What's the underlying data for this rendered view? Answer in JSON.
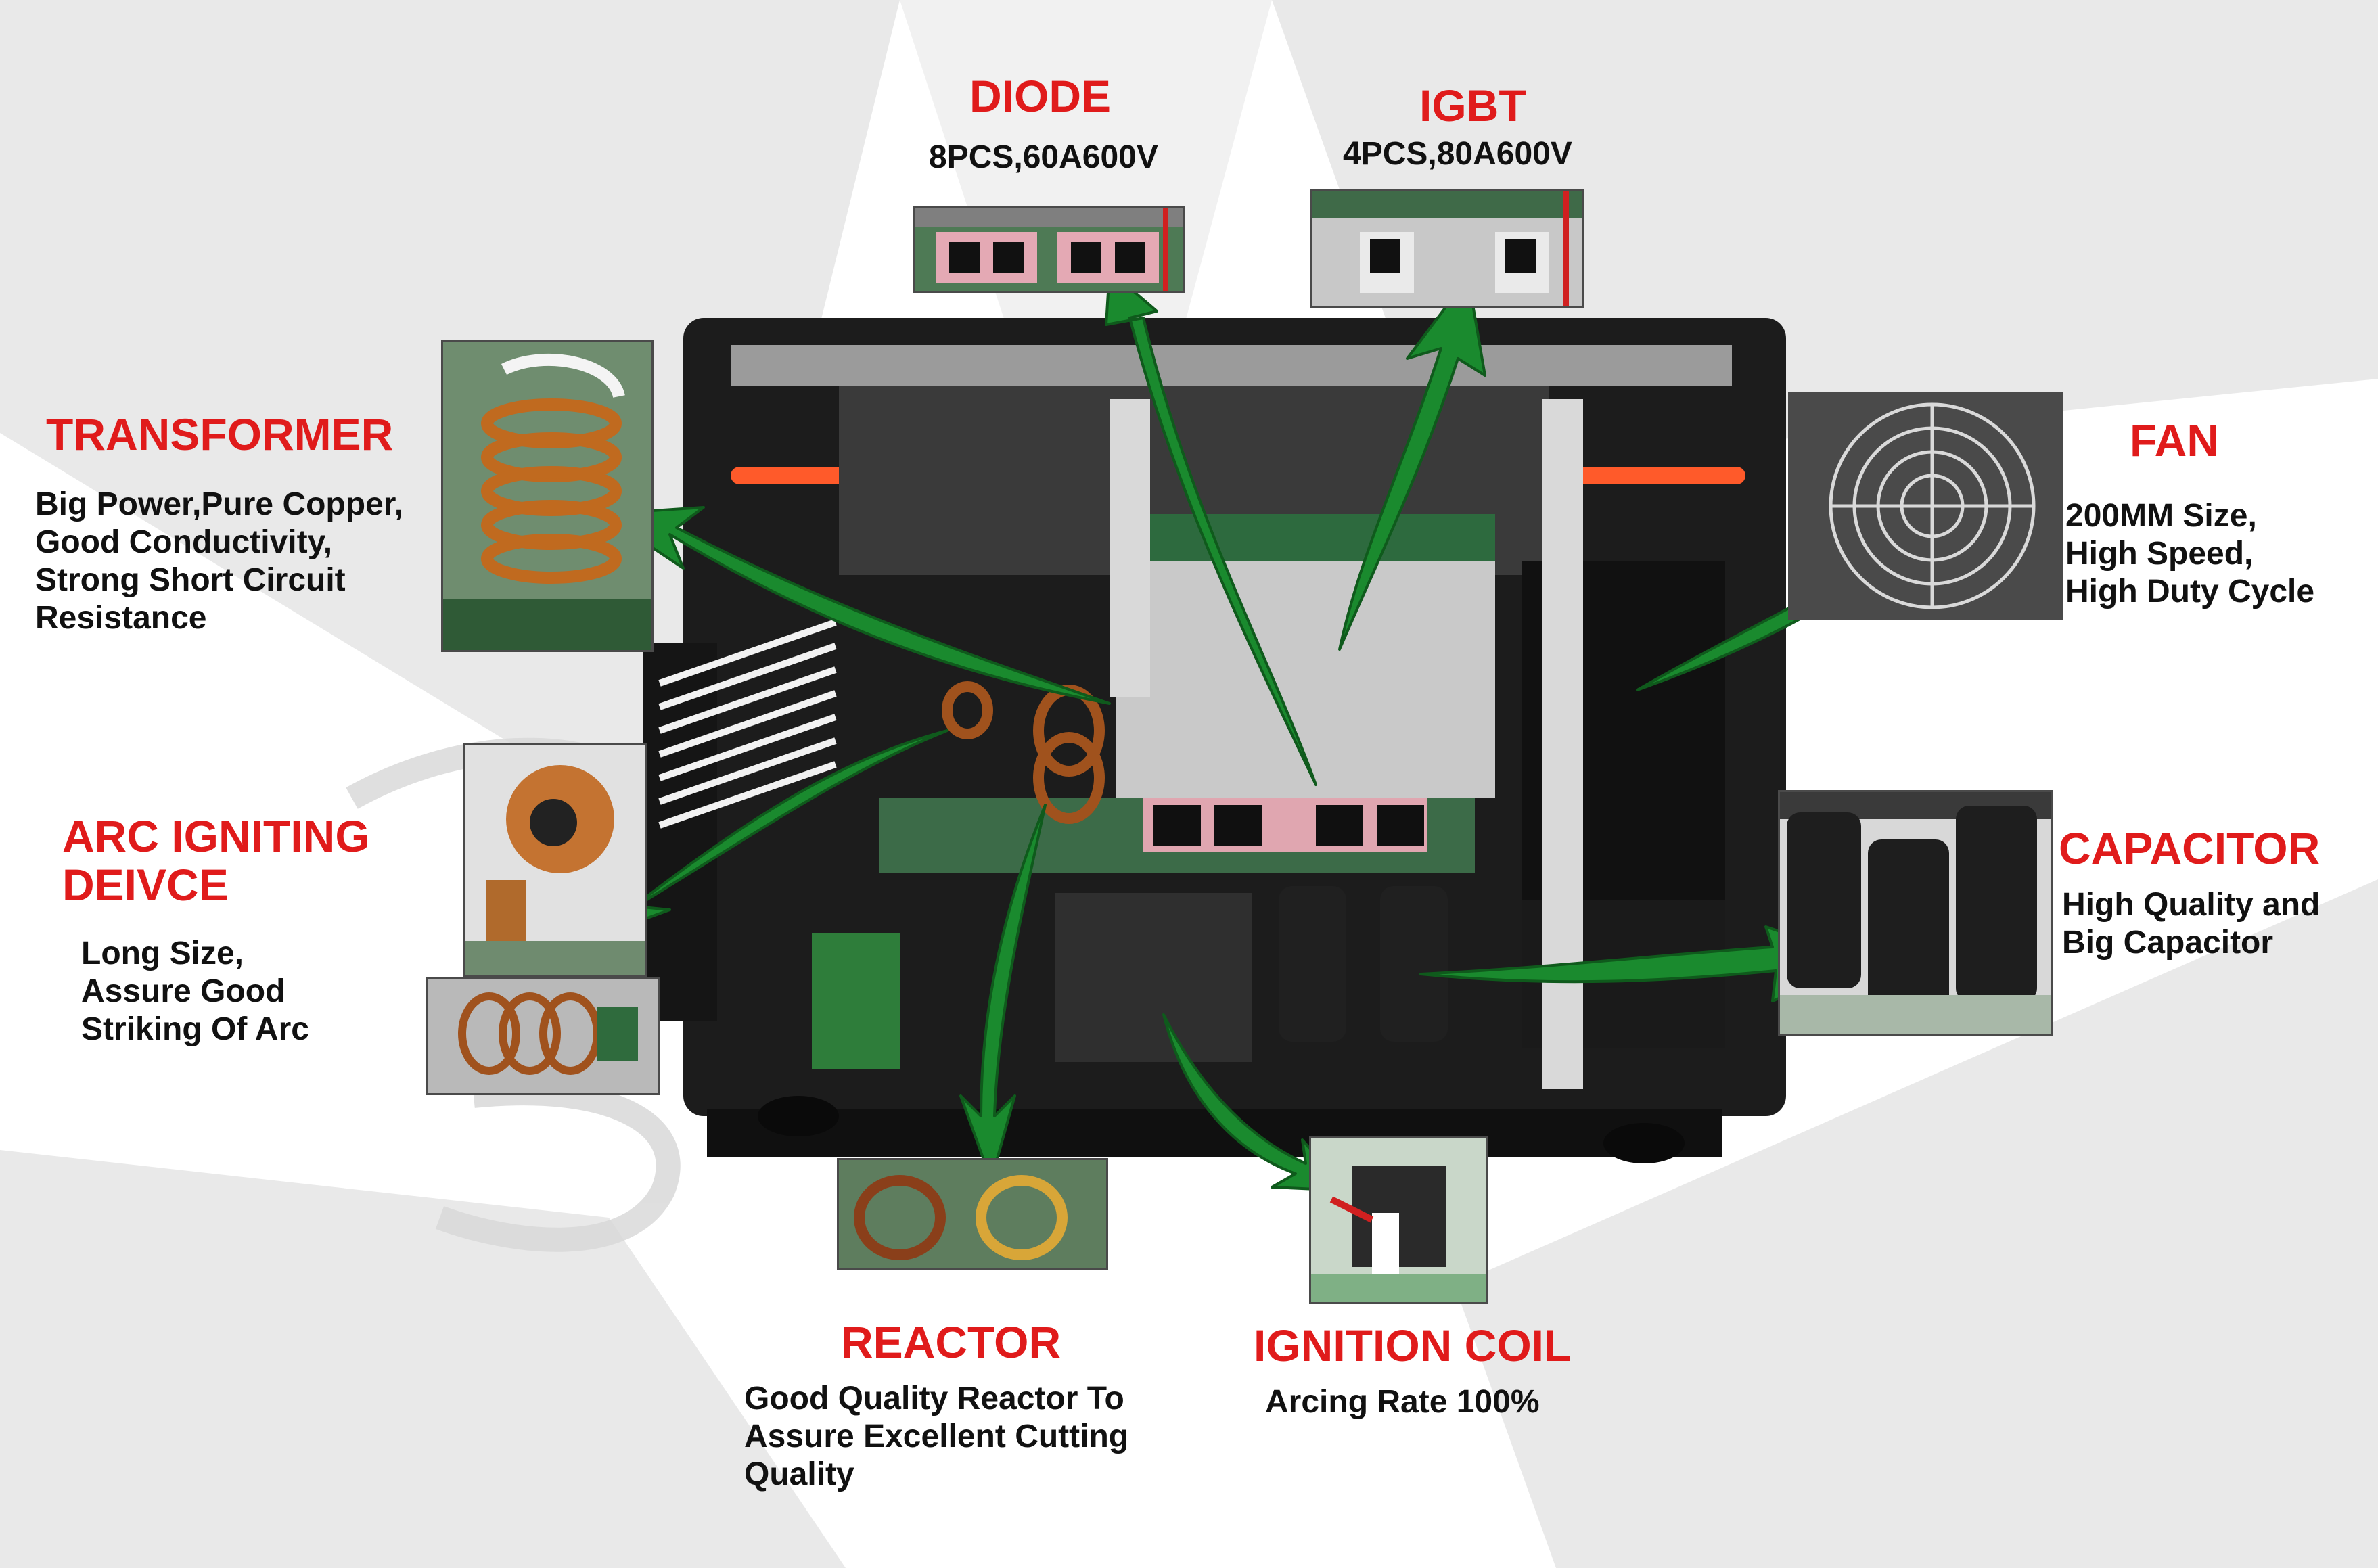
{
  "colors": {
    "title_red": "#e01b1b",
    "text_dark": "#111111",
    "arrow_green": "#1a8a2e",
    "machine_black": "#1c1c1c",
    "background_gray": "#ebebeb"
  },
  "components": {
    "diode": {
      "title": "DIODE",
      "lines": [
        "8PCS,60A600V"
      ]
    },
    "igbt": {
      "title": "IGBT",
      "lines": [
        "4PCS,80A600V"
      ]
    },
    "transformer": {
      "title": "TRANSFORMER",
      "lines": [
        "Big Power,Pure Copper,",
        "Good Conductivity,",
        "Strong Short Circuit",
        "Resistance"
      ]
    },
    "fan": {
      "title": "FAN",
      "lines": [
        "200MM Size,",
        "High Speed,",
        "High Duty Cycle"
      ]
    },
    "arc_igniting": {
      "title_lines": [
        "ARC IGNITING",
        "DEIVCE"
      ],
      "lines": [
        "Long Size,",
        "Assure Good",
        "Striking Of Arc"
      ]
    },
    "capacitor": {
      "title": "CAPACITOR",
      "lines": [
        "High Quality and",
        "Big Capacitor"
      ]
    },
    "reactor": {
      "title": "REACTOR",
      "lines": [
        "Good Quality Reactor To",
        "Assure Excellent Cutting",
        "Quality"
      ]
    },
    "ignition_coil": {
      "title": "IGNITION COIL",
      "lines": [
        "Arcing Rate 100%"
      ]
    }
  }
}
